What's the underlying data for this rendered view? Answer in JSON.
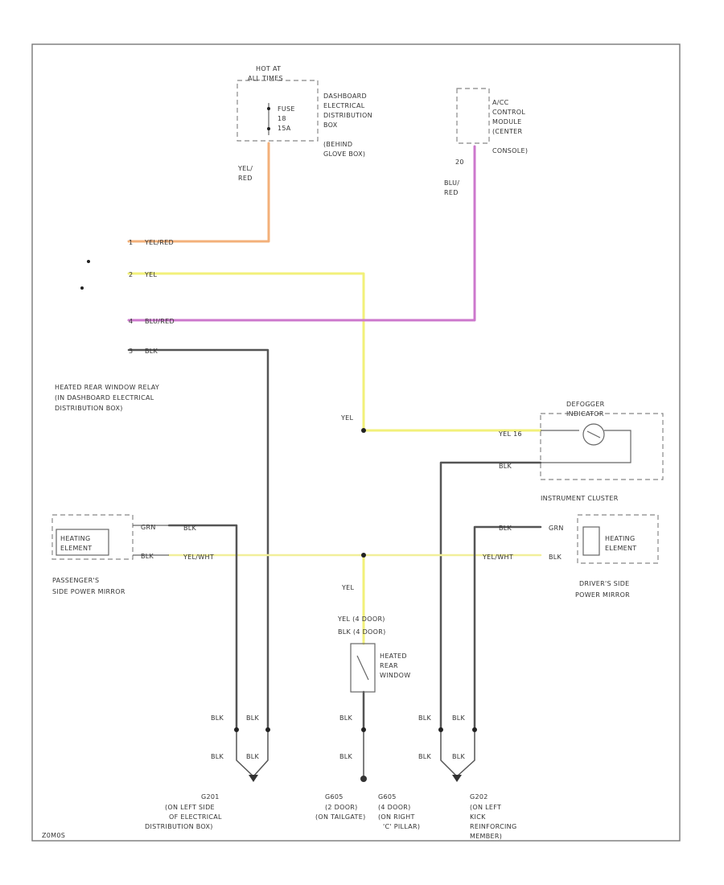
{
  "colors": {
    "yel": "#f2f07a",
    "yel_red": "#f3b07a",
    "blu_red": "#cc78cc",
    "blk": "#555555",
    "yel_wht": "#f1ef9a"
  },
  "top": {
    "hot_at": [
      "HOT AT",
      "ALL TIMES"
    ],
    "fuse": [
      "FUSE",
      "18",
      "15A"
    ],
    "dash_box": [
      "DASHBOARD",
      "ELECTRICAL",
      "DISTRIBUTION",
      "BOX",
      "(BEHIND",
      "GLOVE BOX)"
    ],
    "acc_module": [
      "A/CC",
      "CONTROL",
      "MODULE",
      "(CENTER",
      "CONSOLE)"
    ],
    "acc_pin": "20",
    "wire_yel_red": [
      "YEL/",
      "RED"
    ],
    "wire_blu_red": [
      "BLU/",
      "RED"
    ]
  },
  "relay": {
    "pins": [
      {
        "num": "1",
        "color": "YEL/RED"
      },
      {
        "num": "2",
        "color": "YEL"
      },
      {
        "num": "4",
        "color": "BLU/RED"
      },
      {
        "num": "3",
        "color": "BLK"
      }
    ],
    "label": [
      "HEATED REAR WINDOW RELAY",
      "(IN DASHBOARD ELECTRICAL",
      "DISTRIBUTION BOX)"
    ]
  },
  "cluster": {
    "yel_label": "YEL",
    "indicator": [
      "DEFOGGER",
      "INDICATOR"
    ],
    "pin_yel": "YEL 16",
    "pin_blk": "BLK",
    "name": "INSTRUMENT CLUSTER"
  },
  "pass_mirror": {
    "element": [
      "HEATING",
      "ELEMENT"
    ],
    "w1": "GRN",
    "w2": "BLK",
    "w_blk": "BLK",
    "w_yw": "YEL/WHT",
    "label": [
      "PASSENGER'S",
      "SIDE POWER MIRROR"
    ]
  },
  "drv_mirror": {
    "element": [
      "HEATING",
      "ELEMENT"
    ],
    "w_blk": "BLK",
    "w1": "GRN",
    "w_yw": "YEL/WHT",
    "w2": "BLK",
    "label": [
      "DRIVER'S SIDE",
      "POWER MIRROR"
    ]
  },
  "rear_window": {
    "yel_label": "YEL",
    "door_labels": [
      "YEL (4 DOOR)",
      "BLK (4 DOOR)"
    ],
    "name": [
      "HEATED",
      "REAR",
      "WINDOW"
    ]
  },
  "grounds": {
    "blk": "BLK",
    "g1": [
      "G201",
      "(ON LEFT SIDE",
      "OF ELECTRICAL",
      "DISTRIBUTION BOX)"
    ],
    "g2": [
      "G605",
      "(2 DOOR)",
      "(ON TAILGATE)"
    ],
    "g3": [
      "G605",
      "(4 DOOR)",
      "(ON RIGHT",
      "'C' PILLAR)"
    ],
    "g4": [
      "G202",
      "(ON LEFT",
      "KICK",
      "REINFORCING",
      "MEMBER)"
    ]
  },
  "footer_id": "Z0M0S"
}
